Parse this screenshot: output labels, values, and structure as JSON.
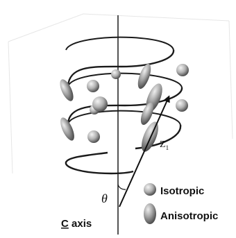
{
  "labels": {
    "theta": "θ",
    "z_main": "Z",
    "z_sub": "1",
    "isotropic": "Isotropic",
    "anisotropic": "Anisotropic",
    "c_letter": "C",
    "axis_word": " axis"
  },
  "colors": {
    "line": "#1a1a1a",
    "sphere_light": "#f2f2f2",
    "sphere_mid": "#a8a8a8",
    "sphere_dark": "#4a4a4a",
    "background": "#ffffff"
  }
}
